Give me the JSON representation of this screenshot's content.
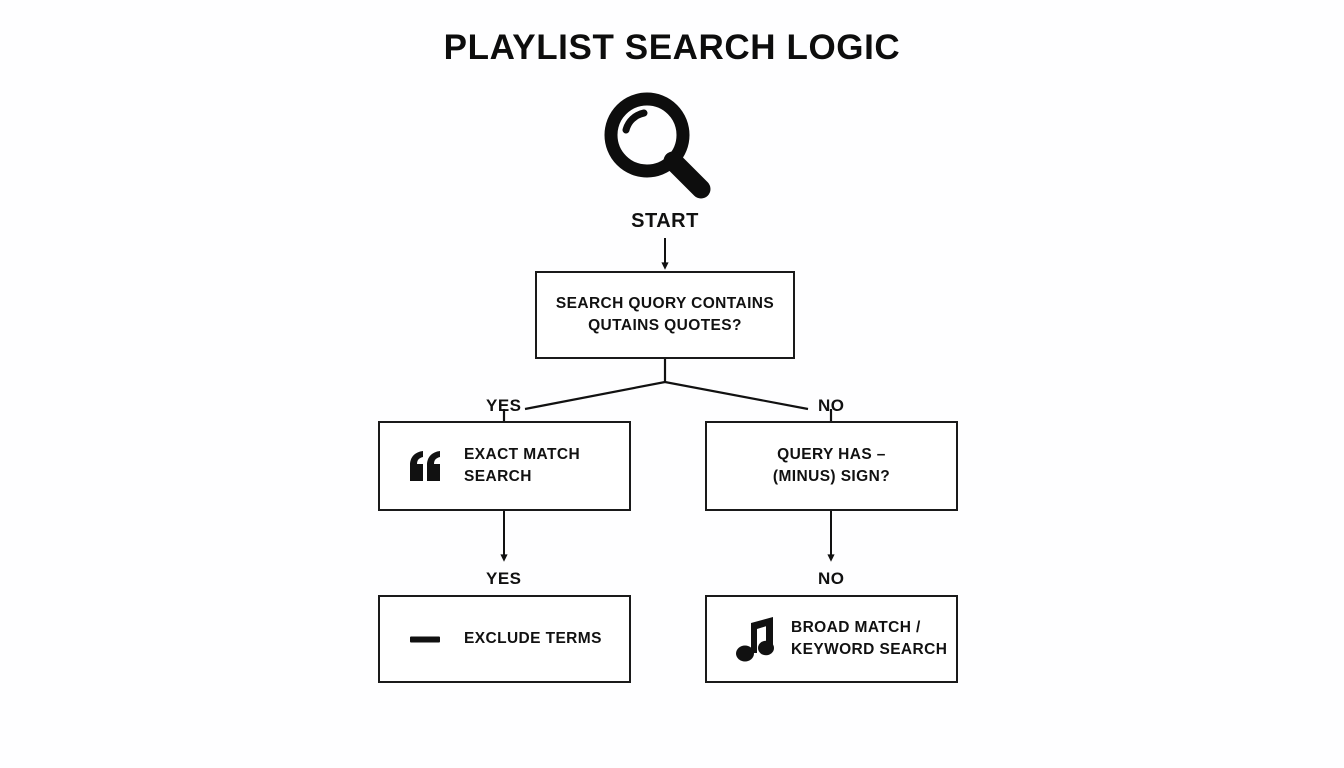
{
  "diagram": {
    "title": "PLAYLIST SEARCH LOGIC",
    "start_label": "START",
    "icons": {
      "magnifier": "magnifier-icon",
      "quote": "quotation-mark-icon",
      "minus": "minus-sign-icon",
      "music_note": "music-note-icon"
    },
    "nodes": {
      "decision_quotes": {
        "line1": "SEARCH QUORY CONTAINS",
        "line2": "QUTAINS QUOTES?"
      },
      "exact_match": {
        "line1": "EXACT MATCH",
        "line2": "SEARCH"
      },
      "minus_sign": {
        "line1": "QUERY HAS –",
        "line2": "(MINUS) SIGN?"
      },
      "exclude_terms": {
        "line1": "EXCLUDE TERMS"
      },
      "broad_match": {
        "line1": "BROAD MATCH /",
        "line2": "KEYWORD SEARCH"
      }
    },
    "branch_labels": {
      "yes_top": "YES",
      "no_top": "NO",
      "yes_mid": "YES",
      "no_mid": "NO"
    },
    "colors": {
      "background": "#fefeff",
      "ink": "#111111",
      "border": "#1a1a1a"
    }
  }
}
